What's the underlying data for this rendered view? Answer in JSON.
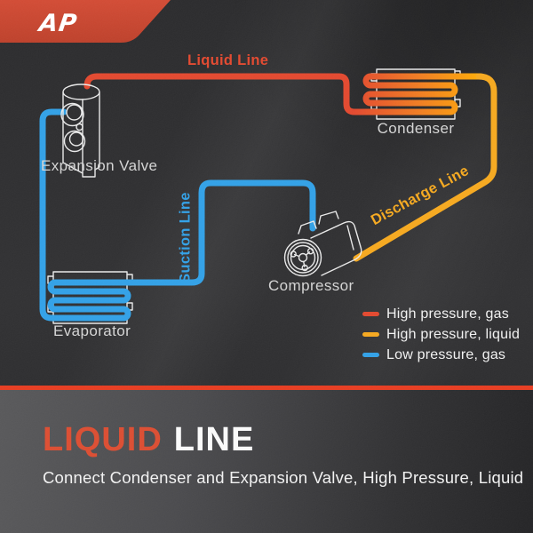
{
  "logo": {
    "text": "AP"
  },
  "colors": {
    "line_red": "#E2452B",
    "line_amber": "#F5A71B",
    "line_blue": "#2E9FE6",
    "label_gray": "#D3D3D3",
    "divider_red": "#E6391D",
    "title_red": "#DB4A2E",
    "title_white": "#FAFAFA",
    "badge_red": "#C8422D"
  },
  "diagram": {
    "line_labels": {
      "liquid": "Liquid Line",
      "suction": "Suction Line",
      "discharge": "Discharge Line"
    },
    "components": {
      "condenser": "Condenser",
      "expansion_valve": "Expansion Valve",
      "compressor": "Compressor",
      "evaporator": "Evaporator"
    },
    "legend": [
      {
        "label": "High pressure, gas",
        "color": "#E2452B"
      },
      {
        "label": "High pressure, liquid",
        "color": "#F5A71B"
      },
      {
        "label": "Low pressure, gas",
        "color": "#2E9FE6"
      }
    ]
  },
  "footer": {
    "title_primary": "LIQUID",
    "title_secondary": "LINE",
    "subtitle": "Connect Condenser and Expansion Valve, High Pressure, Liquid"
  }
}
